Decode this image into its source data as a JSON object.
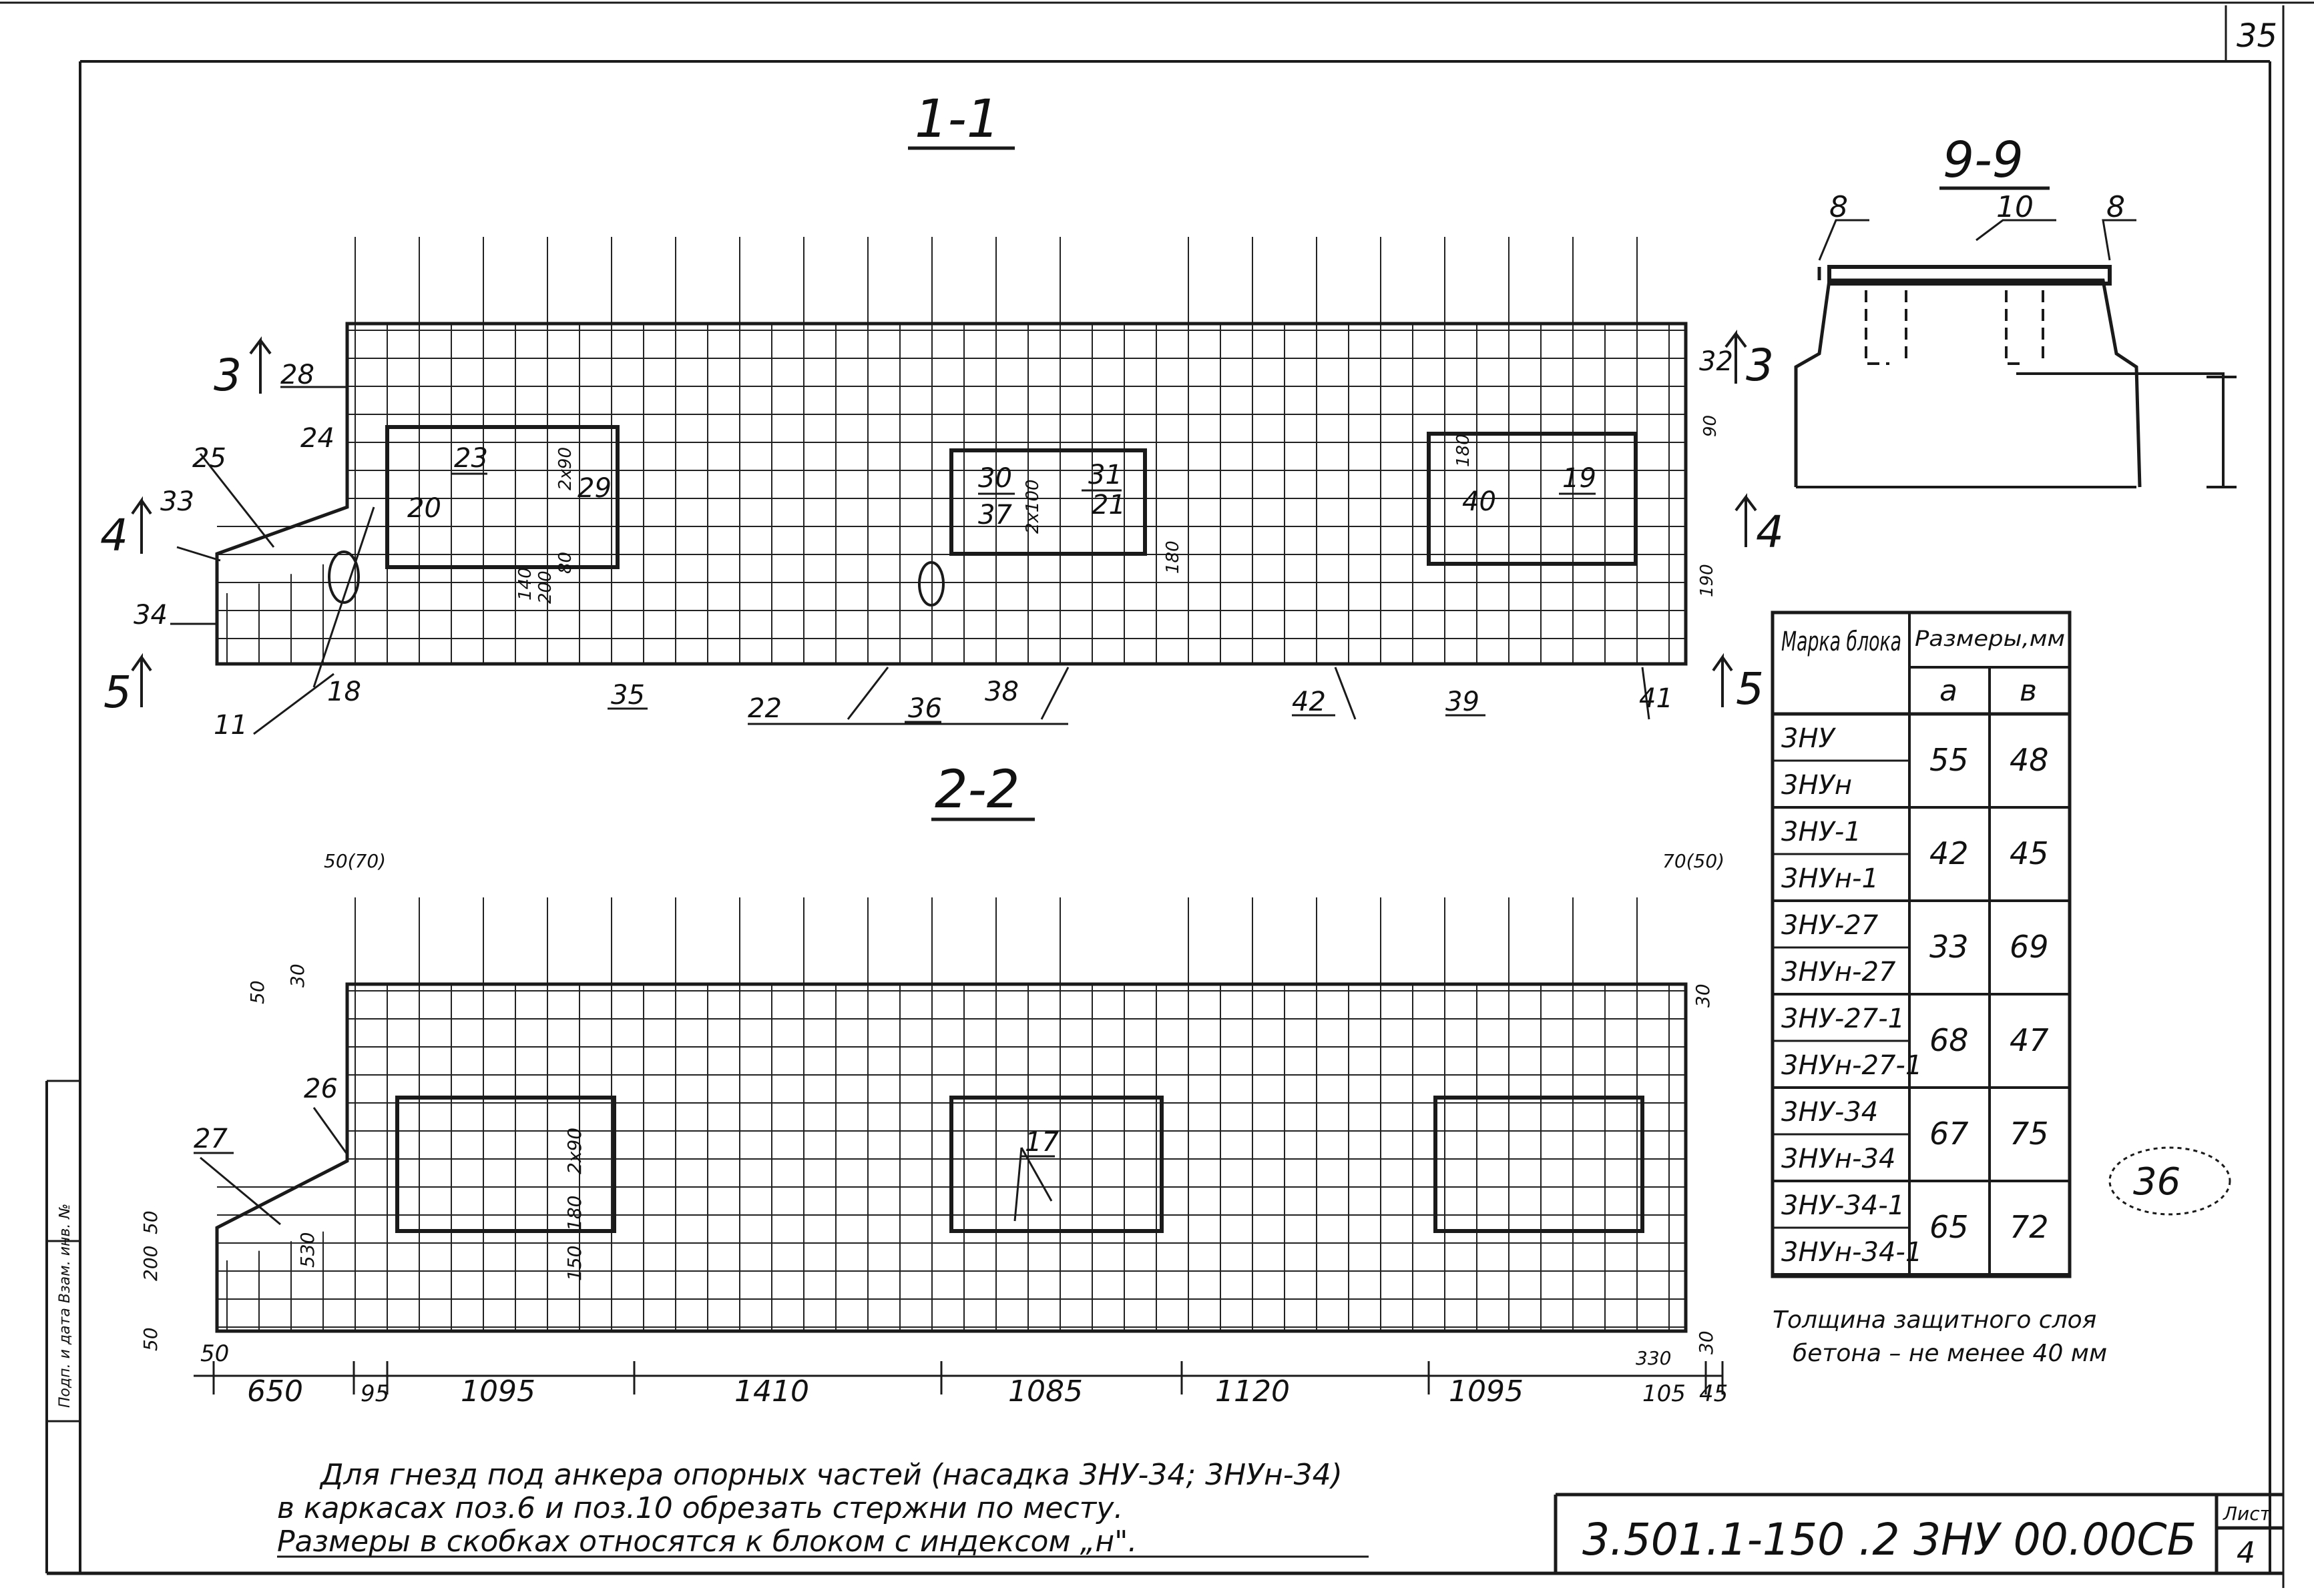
{
  "sheet": {
    "sheet_number_top": "35",
    "stamp_number": "36",
    "designation": "3.501.1-150   .2  3НУ 00.00СБ",
    "list_label": "Лист",
    "list_number": "4",
    "left_strip_text": "Подп. и дата   Взам. инв. №"
  },
  "sections": {
    "s11": "1-1",
    "s22": "2-2",
    "s99": "9-9"
  },
  "section_marks": {
    "m3_left": "3",
    "m3_right": "3",
    "m4_left": "4",
    "m4_right": "4",
    "m5_left": "5",
    "m5_right": "5"
  },
  "callouts_11": {
    "c28": "28",
    "c25": "25",
    "c24": "24",
    "c33": "33",
    "c34": "34",
    "c23": "23",
    "c20": "20",
    "c29": "29",
    "c30": "30",
    "c31": "31",
    "c37": "37",
    "c21": "21",
    "c40": "40",
    "c19": "19",
    "c32": "32",
    "c11": "11",
    "c18": "18",
    "c35": "35",
    "c22": "22",
    "c36": "36",
    "c38": "38",
    "c42": "42",
    "c39": "39",
    "c41": "41"
  },
  "dims_11": {
    "d2x90": "2х90",
    "d2x100": "2х100",
    "d90": "90",
    "d180a": "180",
    "d180b": "180",
    "d190": "190",
    "d80": "80",
    "d140": "140",
    "d200": "200"
  },
  "callouts_22": {
    "c27": "27",
    "c26": "26",
    "c17": "17"
  },
  "dims_22": {
    "top_left": "50(70)",
    "top_right": "70(50)",
    "v50a": "50",
    "v30a": "30",
    "v30b": "30",
    "v50b": "50",
    "v200": "200",
    "v530": "530",
    "v2x90": "2х90",
    "v180": "180",
    "v150": "150",
    "v50c": "50",
    "v30c": "30",
    "v330": "330"
  },
  "bottom_dims": [
    "50",
    "650",
    "95",
    "1095",
    "1410",
    "1085",
    "1120",
    "1095",
    "105",
    "45"
  ],
  "section99": {
    "c8a": "8",
    "c10": "10",
    "c8b": "8"
  },
  "table": {
    "col_mark": "Марка блока",
    "col_sizes": "Размеры,мм",
    "col_a": "а",
    "col_b": "в",
    "rows": [
      {
        "m1": "3НУ",
        "m2": "3НУн",
        "a": "55",
        "b": "48"
      },
      {
        "m1": "3НУ-1",
        "m2": "3НУн-1",
        "a": "42",
        "b": "45"
      },
      {
        "m1": "3НУ-27",
        "m2": "3НУн-27",
        "a": "33",
        "b": "69"
      },
      {
        "m1": "3НУ-27-1",
        "m2": "3НУн-27-1",
        "a": "68",
        "b": "47"
      },
      {
        "m1": "3НУ-34",
        "m2": "3НУн-34",
        "a": "67",
        "b": "75"
      },
      {
        "m1": "3НУ-34-1",
        "m2": "3НУн-34-1",
        "a": "65",
        "b": "72"
      }
    ]
  },
  "note_cover": [
    "Толщина  защитного  слоя",
    "бетона – не  менее  40 мм"
  ],
  "notes": [
    "Для  гнезд  под анкера  опорных  частей  (насадка 3НУ-34; 3НУн-34)",
    "в  каркасах  поз.6  и поз.10  обрезать стержни  по месту.",
    "Размеры в скобках  относятся  к блоком с индексом „н\"."
  ]
}
